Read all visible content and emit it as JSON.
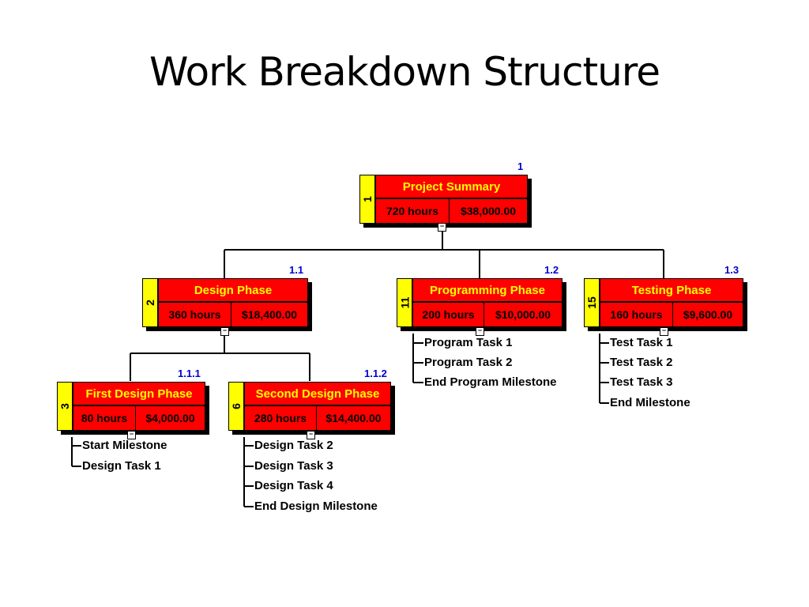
{
  "title": "Work Breakdown Structure",
  "collapse_glyph": "−",
  "colors": {
    "header": "#ff0000",
    "side": "#ffff00",
    "header_text": "#ffff00",
    "wbs_code": "#0000cc"
  },
  "nodes": {
    "project": {
      "id": "1",
      "wbs": "1",
      "name": "Project Summary",
      "hours": "720 hours",
      "cost": "$38,000.00"
    },
    "design": {
      "id": "2",
      "wbs": "1.1",
      "name": "Design Phase",
      "hours": "360 hours",
      "cost": "$18,400.00"
    },
    "programming": {
      "id": "11",
      "wbs": "1.2",
      "name": "Programming Phase",
      "hours": "200 hours",
      "cost": "$10,000.00"
    },
    "testing": {
      "id": "15",
      "wbs": "1.3",
      "name": "Testing Phase",
      "hours": "160 hours",
      "cost": "$9,600.00"
    },
    "first_design": {
      "id": "3",
      "wbs": "1.1.1",
      "name": "First Design Phase",
      "hours": "80 hours",
      "cost": "$4,000.00"
    },
    "second_design": {
      "id": "6",
      "wbs": "1.1.2",
      "name": "Second Design Phase",
      "hours": "280 hours",
      "cost": "$14,400.00"
    }
  },
  "tasks": {
    "first_design": [
      "Start Milestone",
      "Design Task 1"
    ],
    "second_design": [
      "Design Task 2",
      "Design Task 3",
      "Design Task 4",
      "End Design Milestone"
    ],
    "programming": [
      "Program Task 1",
      "Program Task 2",
      "End Program Milestone"
    ],
    "testing": [
      "Test Task 1",
      "Test Task 2",
      "Test Task 3",
      "End Milestone"
    ]
  }
}
